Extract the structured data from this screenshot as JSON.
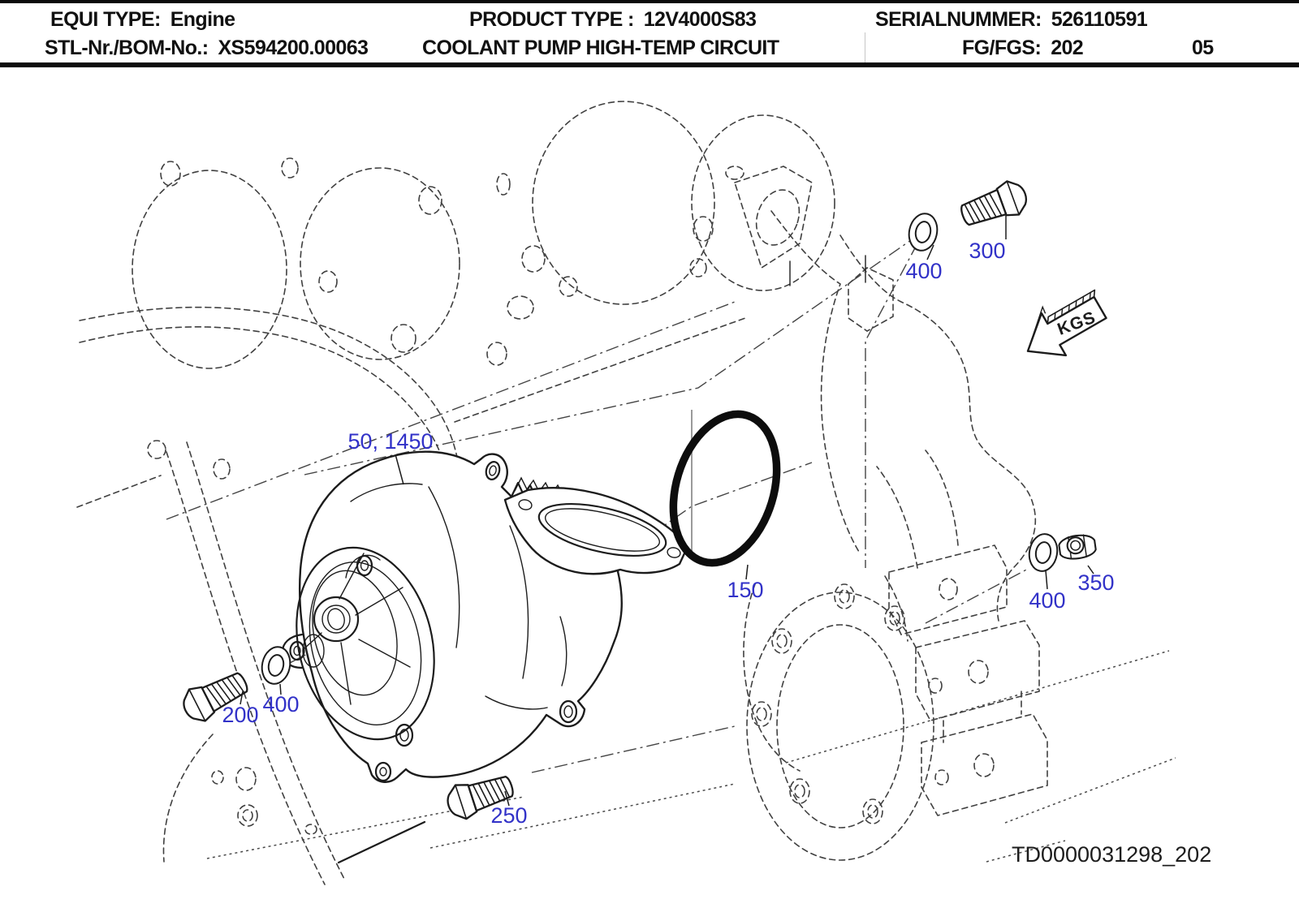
{
  "header": {
    "equi_type_label": "EQUI TYPE:",
    "equi_type_value": "Engine",
    "product_type_label": "PRODUCT TYPE :",
    "product_type_value": "12V4000S83",
    "serial_label": "SERIALNUMMER:",
    "serial_value": "526110591",
    "bom_label": "STL-Nr./BOM-No.:",
    "bom_value": "XS594200.00063",
    "title": "COOLANT PUMP HIGH-TEMP CIRCUIT",
    "fg_label": "FG/FGS:",
    "fg_value": "202",
    "sheet_number": "05"
  },
  "callouts": [
    {
      "part": "hex-bolt-upper-right",
      "label": "300"
    },
    {
      "part": "washer-upper-right",
      "label": "400"
    },
    {
      "part": "coolant-pump-assembly",
      "label": "50, 1450"
    },
    {
      "part": "o-ring-seal",
      "label": "150"
    },
    {
      "part": "washer-right",
      "label": "400"
    },
    {
      "part": "hex-nut-right",
      "label": "350"
    },
    {
      "part": "hex-bolt-left",
      "label": "200"
    },
    {
      "part": "washer-left",
      "label": "400"
    },
    {
      "part": "hex-bolt-bottom",
      "label": "250"
    }
  ],
  "annotations": {
    "kgs_flag": "KGS",
    "drawing_number": "TD0000031298_202"
  },
  "colors": {
    "callout_blue": "#3232c8",
    "line_black": "#1c1c1c",
    "hidden_line_gray": "#404040"
  }
}
